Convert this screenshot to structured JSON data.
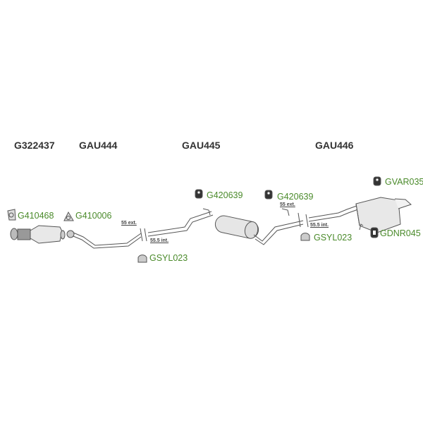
{
  "colors": {
    "part_label": "#4a8a2a",
    "section_label": "#333333",
    "line": "#555555"
  },
  "sections": [
    {
      "code": "G322437"
    },
    {
      "code": "GAU444"
    },
    {
      "code": "GAU445"
    },
    {
      "code": "GAU446"
    }
  ],
  "parts": [
    {
      "code": "G410468",
      "icon": "gasket-icon"
    },
    {
      "code": "G410006",
      "icon": "gasket-icon"
    },
    {
      "code": "G420639",
      "icon": "rubber-hanger-icon"
    },
    {
      "code": "G420639",
      "icon": "rubber-hanger-icon"
    },
    {
      "code": "GVAR035",
      "icon": "rubber-hanger-icon"
    },
    {
      "code": "GSYL023",
      "icon": "clamp-icon"
    },
    {
      "code": "GSYL023",
      "icon": "clamp-icon"
    },
    {
      "code": "GDNR045",
      "icon": "rubber-mount-icon"
    }
  ],
  "dimensions": [
    "55 ext.",
    "55.5 int.",
    "55 ext.",
    "55.5 int."
  ]
}
